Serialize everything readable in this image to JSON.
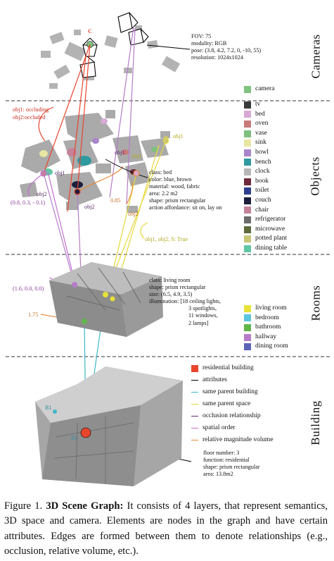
{
  "layers": [
    "Cameras",
    "Objects",
    "Rooms",
    "Building"
  ],
  "camera_attrs": [
    "FOV: 75",
    "modality: RGB",
    "pose: (3.8, 4.2, 7.2, 0, -10, 55)",
    "resolution: 1024x1024"
  ],
  "camera_legend": {
    "label": "camera",
    "color": "#7fc47f"
  },
  "object_legend": [
    {
      "label": "tv",
      "color": "#3a3a3a"
    },
    {
      "label": "bed",
      "color": "#d7a9d4"
    },
    {
      "label": "oven",
      "color": "#c77b7b"
    },
    {
      "label": "vase",
      "color": "#7fbf7f"
    },
    {
      "label": "sink",
      "color": "#e8e6a2"
    },
    {
      "label": "bowl",
      "color": "#a985c9"
    },
    {
      "label": "bench",
      "color": "#2f9a9f"
    },
    {
      "label": "clock",
      "color": "#b7b7b7"
    },
    {
      "label": "book",
      "color": "#6e2a3a"
    },
    {
      "label": "toilet",
      "color": "#2f3f8f"
    },
    {
      "label": "couch",
      "color": "#1b1e3c"
    },
    {
      "label": "chair",
      "color": "#c4829b"
    },
    {
      "label": "refrigerator",
      "color": "#6c6c6c"
    },
    {
      "label": "microwave",
      "color": "#5f6b3d"
    },
    {
      "label": "potted plant",
      "color": "#c9c776"
    },
    {
      "label": "dining table",
      "color": "#5fc7a3"
    }
  ],
  "object_attrs": [
    "class: bed",
    "color: blue, brown",
    "material: wood, fabric",
    "area: 2.2 m2",
    "shape: prism rectangular",
    "action affordance: sit on, lay on"
  ],
  "room_legend": [
    {
      "label": "living room",
      "color": "#e8e23a"
    },
    {
      "label": "bedroom",
      "color": "#5cc6e0"
    },
    {
      "label": "bathroom",
      "color": "#62b54a"
    },
    {
      "label": "hallway",
      "color": "#b57cc8"
    },
    {
      "label": "dining room",
      "color": "#5b63b6"
    }
  ],
  "room_attrs": [
    "class: living room",
    "shape: prism rectangular",
    "size: (6.5, 4.9, 3.5)",
    "illumination: [18 ceiling lights,",
    "3 spotlights,",
    "11 windows,",
    "2 lamps]"
  ],
  "building_legend": {
    "label": "residential building",
    "color": "#e8452f"
  },
  "edge_legend": [
    {
      "label": "attributes",
      "color": "#000000"
    },
    {
      "label": "same parent building",
      "color": "#3fb7c9"
    },
    {
      "label": "same parent space",
      "color": "#e6d83a"
    },
    {
      "label": "occlusion relationship",
      "color": "#6a2a7a"
    },
    {
      "label": "spatial order",
      "color": "#c36fd0"
    },
    {
      "label": "relative magnitude volume",
      "color": "#e88a3a"
    }
  ],
  "building_attrs": [
    "floor number: 3",
    "function: residential",
    "shape: prism rectangular",
    "area: 13.8m2"
  ],
  "labels": {
    "cam_c": "C",
    "occ1": "obj1: occluding",
    "occ2": "obj2:occluded",
    "obj1_a": "obj1",
    "obj1_b": "obj1",
    "obj1_c": "obj1",
    "obj2_a": "obj2",
    "obj2_b": "obj2",
    "obj2_c": "obj2",
    "obj2_d": "obj2",
    "obj1_d": "obj1",
    "coord_obj": "(0.8, 0.3, - 0.1)",
    "val_085": "0.85",
    "same_space": "obj1, obj2, S: True",
    "coord_room": "(1.6, 0.0, 0.0)",
    "val_175": "1.75",
    "b1a": "B1",
    "b1b": "B1"
  },
  "caption": {
    "prefix": "Figure 1.",
    "title": "3D Scene Graph:",
    "text": "It consists of 4 layers, that represent semantics, 3D space and camera. Elements are nodes in the graph and have certain attributes.  Edges are formed between them to denote relationships (e.g., occlusion, relative volume, etc.)."
  }
}
